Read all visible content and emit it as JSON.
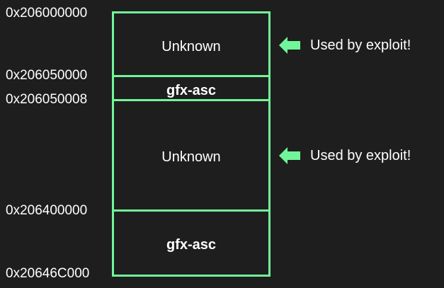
{
  "addresses": [
    "0x206000000",
    "0x206050000",
    "0x206050008",
    "0x206400000",
    "0x20646C000"
  ],
  "regions": [
    {
      "label": "Unknown",
      "bold": false
    },
    {
      "label": "gfx-asc",
      "bold": true
    },
    {
      "label": "Unknown",
      "bold": false
    },
    {
      "label": "gfx-asc",
      "bold": true
    }
  ],
  "callouts": [
    {
      "text": "Used by exploit!",
      "icon": "arrow-left-icon"
    },
    {
      "text": "Used by exploit!",
      "icon": "arrow-left-icon"
    }
  ],
  "colors": {
    "background": "#1e1e1e",
    "accent": "#72f59a",
    "text": "#ffffff"
  }
}
